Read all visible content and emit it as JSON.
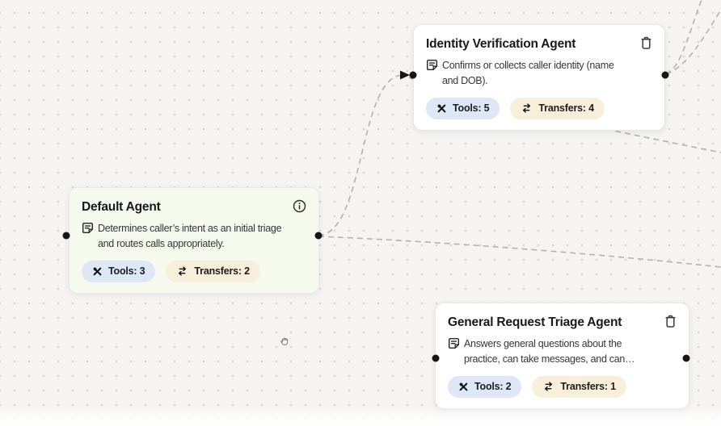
{
  "canvas": {
    "background_color": "#f5f4f2",
    "dot_color": "#d6d4d1",
    "edge_color": "#b4b2ae",
    "cursor": "grab-hand"
  },
  "icons": {
    "trash": "trash-outline",
    "info": "info-circle-outline",
    "description": "document-note",
    "tools": "crossed-hammer-wrench",
    "transfers": "swap-arrows",
    "hand": "grab-hand-cursor"
  },
  "badge_colors": {
    "tools_background": "#dde7f6",
    "transfers_background": "#f8efdb"
  },
  "nodes": [
    {
      "title": "Identity Verification Agent",
      "action_icon": "trash",
      "description": "Confirms or collects caller identity (name\nand DOB).",
      "tools_label": "Tools: 5",
      "transfers_label": "Transfers: 4"
    },
    {
      "title": "Default Agent",
      "action_icon": "info",
      "description": "Determines caller’s intent as an initial triage\nand routes calls appropriately.",
      "tools_label": "Tools: 3",
      "transfers_label": "Transfers: 2"
    },
    {
      "title": "General Request Triage Agent",
      "action_icon": "trash",
      "description": "Answers general questions about the\npractice, can take messages, and can…",
      "tools_label": "Tools: 2",
      "transfers_label": "Transfers: 1"
    }
  ]
}
